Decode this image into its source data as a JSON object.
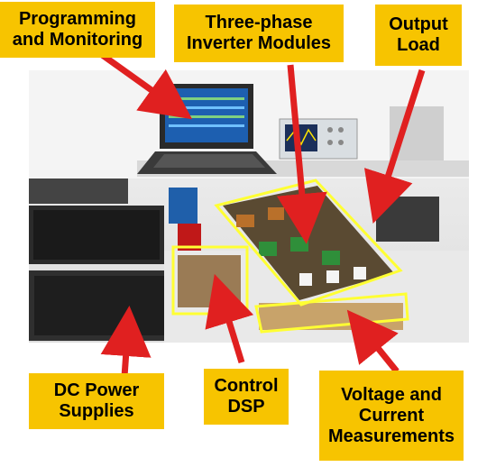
{
  "labels": {
    "programming": "Programming\nand Monitoring",
    "inverter": "Three-phase\nInverter Modules",
    "output": "Output\nLoad",
    "dc_power": "DC Power\nSupplies",
    "control_dsp": "Control\nDSP",
    "voltage_current": "Voltage and\nCurrent\nMeasurements"
  },
  "colors": {
    "label_bg": "#f7c400",
    "arrow": "#e02020",
    "highlight": "#ffff33"
  }
}
